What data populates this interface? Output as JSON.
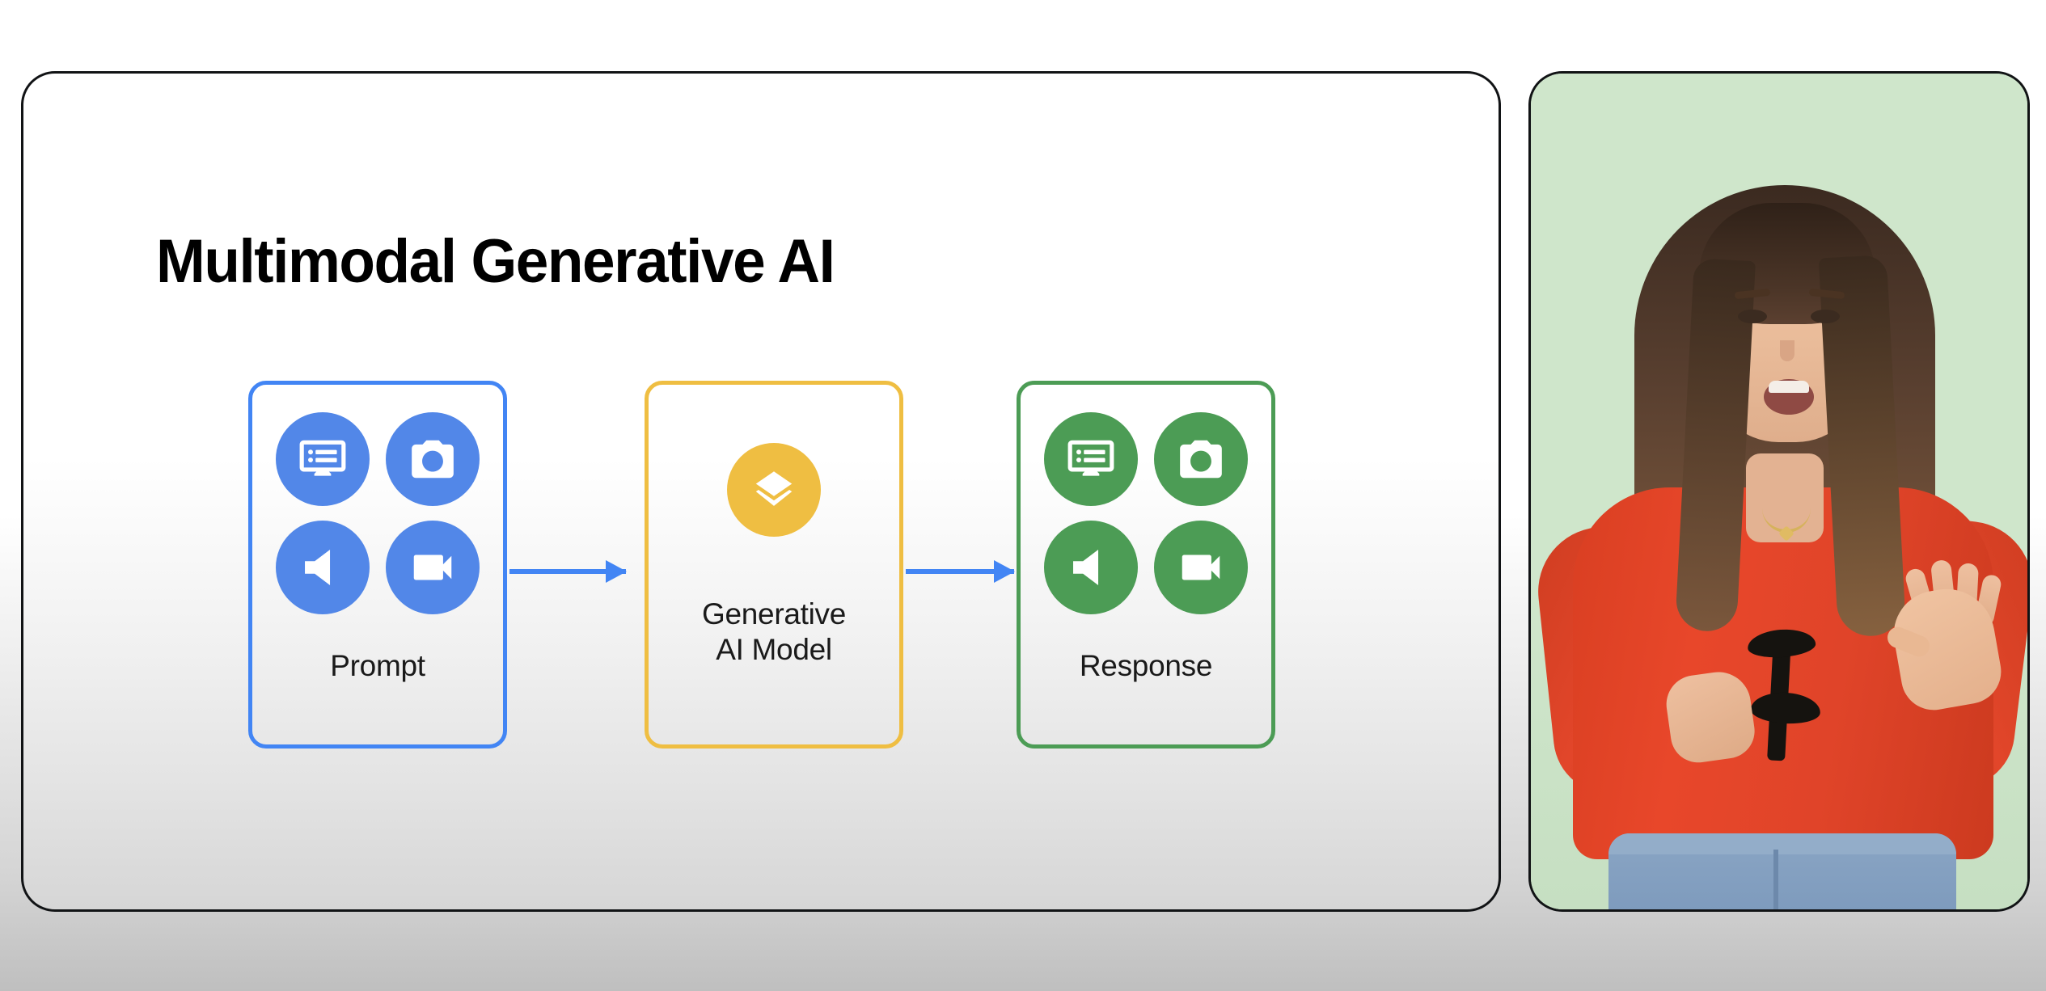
{
  "slide": {
    "title": "Multimodal Generative AI",
    "background_top": "#ffffff",
    "background_bottom": "#d6d6d6",
    "border_color": "#111315"
  },
  "diagram": {
    "type": "flow",
    "accent_blue": "#4285F4",
    "accent_amber": "#EFBE42",
    "accent_green": "#4C9C55",
    "cards": [
      {
        "id": "prompt",
        "label": "Prompt",
        "border_color": "#4285F4",
        "circle_color": "#5287E8",
        "icons": [
          {
            "name": "text-article-icon",
            "glyph": "dvr"
          },
          {
            "name": "camera-icon",
            "glyph": "photo-camera"
          },
          {
            "name": "audio-speaker-icon",
            "glyph": "volume"
          },
          {
            "name": "video-camera-icon",
            "glyph": "videocam"
          }
        ]
      },
      {
        "id": "model",
        "label_line1": "Generative",
        "label_line2": "AI Model",
        "border_color": "#EFBE42",
        "circle_color": "#EFBE42",
        "icons": [
          {
            "name": "layers-icon",
            "glyph": "layers"
          }
        ]
      },
      {
        "id": "response",
        "label": "Response",
        "border_color": "#4C9C55",
        "circle_color": "#4C9C55",
        "icons": [
          {
            "name": "text-article-icon",
            "glyph": "dvr"
          },
          {
            "name": "camera-icon",
            "glyph": "photo-camera"
          },
          {
            "name": "audio-speaker-icon",
            "glyph": "volume"
          },
          {
            "name": "video-camera-icon",
            "glyph": "videocam"
          }
        ]
      }
    ],
    "arrows": [
      {
        "name": "arrow-prompt-to-model",
        "from": "prompt",
        "to": "model",
        "color": "#4285F4"
      },
      {
        "name": "arrow-model-to-response",
        "from": "model",
        "to": "response",
        "color": "#4285F4"
      }
    ]
  },
  "video": {
    "name": "presenter-video",
    "background_color": "#CCE4C9",
    "subject": "presenter speaking to camera",
    "clothing_color": "#e0442a",
    "border_color": "#111315"
  }
}
